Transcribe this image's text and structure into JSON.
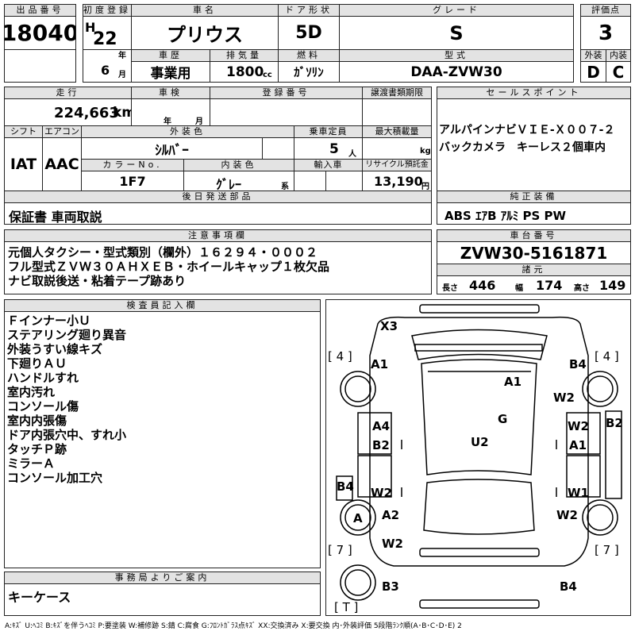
{
  "header": {
    "lot_label": "出品番号",
    "lot_no": "18040",
    "first_reg_label": "初度登録",
    "era": "H",
    "year_no": "22",
    "year_unit": "年",
    "month_no": "6",
    "month_unit": "月",
    "car_name_label": "車名",
    "car_name": "プリウス",
    "doors_label": "ドア形状",
    "doors": "5D",
    "grade_label": "グレード",
    "grade": "S",
    "score_label": "評価点",
    "score": "3",
    "history_label": "車歴",
    "history": "事業用",
    "displacement_label": "排気量",
    "displacement": "1800",
    "cc_unit": "cc",
    "fuel_label": "燃料",
    "fuel": "ｶﾞｿﾘﾝ",
    "model_label": "型式",
    "model": "DAA-ZVW30",
    "exterior_label": "外装",
    "exterior_grade": "D",
    "interior_label": "内装",
    "interior_grade": "C"
  },
  "row2": {
    "mileage_label": "走行",
    "mileage": "224,663",
    "mileage_unit": "km",
    "inspection_label": "車検",
    "insp_year_unit": "年",
    "insp_month_unit": "月",
    "reg_no_label": "登録番号",
    "transfer_label": "譲渡書類期限",
    "shift_label": "シフト",
    "shift": "IAT",
    "aircon_label": "エアコン",
    "aircon": "AAC",
    "ext_color_label": "外装色",
    "ext_color": "ｼﾙﾊﾞｰ",
    "capacity_label": "乗車定員",
    "capacity": "5",
    "capacity_unit": "人",
    "max_load_label": "最大積載量",
    "max_load_unit": "kg",
    "color_no_label": "カラーNo.",
    "color_no": "1F7",
    "int_color_label": "内装色",
    "int_color": "ｸﾞﾚｰ",
    "int_color_unit": "系",
    "import_label": "輸入車",
    "recycle_label": "リサイクル預託金",
    "recycle": "13,190",
    "recycle_unit": "円",
    "later_parts_label": "後日発送部品",
    "later_parts": "保証書 車両取説"
  },
  "sales": {
    "label": "セールスポイント",
    "lines": [
      "アルパインナビＶＩＥ-Ｘ００７-２",
      "バックカメラ　キーレス２個車内"
    ]
  },
  "equipment": {
    "label": "純正装備",
    "value": "ABS ｴｱB ｱﾙﾐ PS PW"
  },
  "notes": {
    "label": "注意事項欄",
    "lines": [
      "元個人タクシー・型式類別（欄外）１６２９４・０００２",
      "フル型式ＺＶＷ３０ＡＨＸＥＢ・ホイールキャップ１枚欠品",
      "ナビ取説後送・粘着テープ跡あり"
    ]
  },
  "chassis": {
    "label": "車台番号",
    "value": "ZVW30-5161871"
  },
  "specs": {
    "label": "諸元",
    "length_label": "長さ",
    "length": "446",
    "width_label": "幅",
    "width": "174",
    "height_label": "高さ",
    "height": "149"
  },
  "inspector": {
    "label": "検査員記入欄",
    "lines": [
      "Ｆインナー小Ｕ",
      "ステアリング廻り異音",
      "外装うすい線キズ",
      "下廻りＡＵ",
      "ハンドルすれ",
      "室内汚れ",
      "コンソール傷",
      "室内内張傷",
      "ドア内張穴中、すれ小",
      "タッチＰ跡",
      "ミラーＡ",
      "コンソール加工穴"
    ]
  },
  "office": {
    "label": "事務局よりご案内",
    "value": "キーケース"
  },
  "diagram": {
    "marks": {
      "x3": "X3",
      "a1_fl": "A1",
      "a1_roof": "A1",
      "b4_fr": "B4",
      "w2_fr": "W2",
      "g_center": "G",
      "a4_left": "A4",
      "b2_left": "B2",
      "u2_center": "U2",
      "w2_right": "W2",
      "b2_right": "B2",
      "a1_right": "A1",
      "b4_left": "B4",
      "w2_left": "W2",
      "w1_right": "W1",
      "a_tire": "A",
      "a2_left": "A2",
      "w2_rr": "W2",
      "w2_rl": "W2",
      "b3": "B3",
      "b4_rear": "B4"
    },
    "tire_fl": "[ 4 ]",
    "tire_fr": "[ 4 ]",
    "tire_rl": "[ 7 ]",
    "tire_rr": "[ 7 ]",
    "tire_t": "[ T ]"
  },
  "legend": "A:ｷｽﾞ  U:ﾍｺﾐ B:ｷｽﾞを伴うﾍｺﾐ P:要塗装 W:補修跡 S:錆 C:腐食 G:ﾌﾛﾝﾄｶﾞﾗｽ点ｷｽﾞ XX:交換済み X:要交換  内･外装評価  5段階ﾗﾝｸ順(A･B･C･D･E) 2"
}
